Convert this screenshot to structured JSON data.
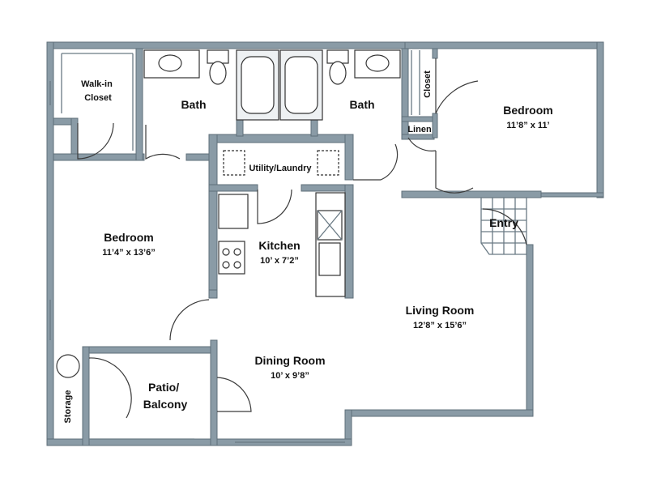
{
  "rooms": {
    "walkin": "Walk-in\nCloset",
    "bath_left": "Bath",
    "bath_right": "Bath",
    "utility": "Utility/Laundry",
    "linen": "Linen",
    "closet": "Closet",
    "bedroom_right": "Bedroom",
    "bedroom_right_dim": "11’8” x 11’",
    "entry": "Entry",
    "bedroom_left": "Bedroom",
    "bedroom_left_dim": "11’4” x 13’6”",
    "kitchen": "Kitchen",
    "kitchen_dim": "10’ x 7’2”",
    "living": "Living Room",
    "living_dim": "12’8” x 15’6”",
    "dining": "Dining Room",
    "dining_dim": "10’ x 9’8”",
    "patio": "Patio/\nBalcony",
    "storage": "Storage"
  },
  "colors": {
    "wall": "#8a9ba6",
    "line": "#3a3a3a"
  }
}
